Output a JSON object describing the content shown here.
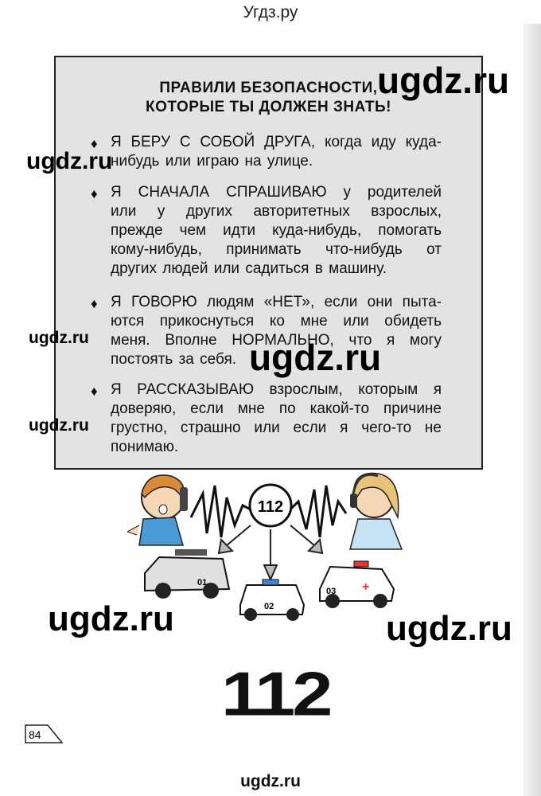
{
  "header": {
    "site_title": "Угдз.ру"
  },
  "rules_box": {
    "title_lines": [
      "ПРАВИЛИ БЕЗОПАСНОСТИ,",
      "КОТОРЫЕ ТЫ ДОЛЖЕН ЗНАТЬ!"
    ],
    "bullet_icon": "diamond-icon",
    "rules": [
      {
        "lines": [
          "Я БЕРУ С СОБОЙ ДРУГА, когда иду куда-",
          "нибудь или играю на улице."
        ]
      },
      {
        "lines": [
          "Я СНАЧАЛА СПРАШИВАЮ у родителей",
          "или у других авторитетных взрослых,",
          "прежде чем идти куда-нибудь, помогать",
          "кому-нибудь, принимать что-нибудь от",
          "других людей или садиться в машину."
        ]
      },
      {
        "lines": [
          "Я ГОВОРЮ людям «НЕТ», если они пыта-",
          "ются прикоснуться ко мне или обидеть",
          "меня. Вполне НОРМАЛЬНО, что я могу",
          "постоять за себя."
        ]
      },
      {
        "lines": [
          "Я РАССКАЗЫВАЮ взрослым, которым я",
          "доверяю, если мне по какой-то причине",
          "грустно, страшно или если я чего-то не",
          "понимаю."
        ]
      }
    ]
  },
  "illustration": {
    "center_number": "112",
    "car_labels": [
      "01",
      "02",
      "03"
    ],
    "big_number": "112"
  },
  "watermarks": [
    "ugdz.ru",
    "ugdz.ru",
    "ugdz.ru",
    "ugdz.ru",
    "ugdz.ru",
    "ugdz.ru",
    "ugdz.ru"
  ],
  "page_number": "84",
  "footer": {
    "site": "ugdz.ru"
  }
}
